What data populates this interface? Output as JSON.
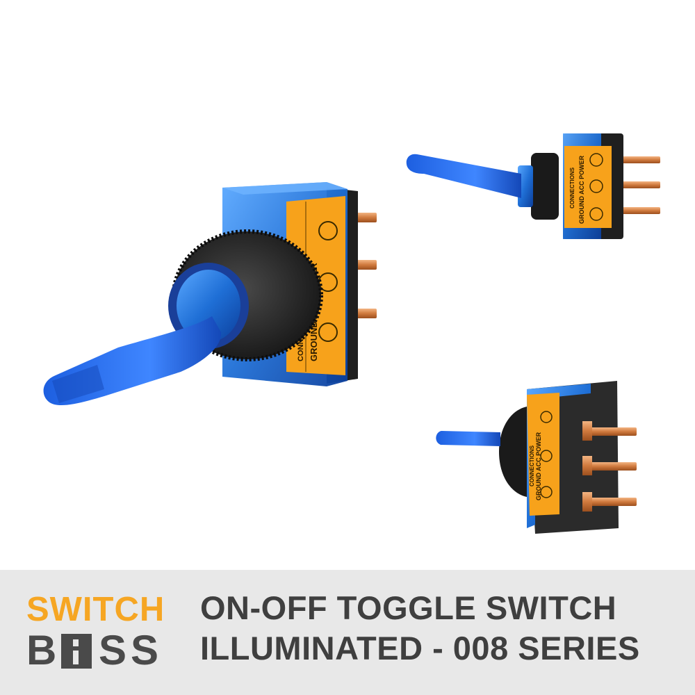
{
  "product_photos": {
    "main_view_label": "GROUND ACC POWER",
    "main_view_connections": "CONNECTIONS",
    "top_view_label": "GROUND ACC POWER",
    "top_view_connections": "CONNECTIONS",
    "bottom_view_label": "GROUND ACC POWER",
    "bottom_view_connections": "CONNECTIONS",
    "colors": {
      "lens_blue": "#1f6fd6",
      "label_orange": "#f7a21b",
      "body_black": "#2a2a2a",
      "terminal_copper": "#d07a3e"
    }
  },
  "banner": {
    "logo_top": "SWITCH",
    "logo_bottom_b": "B",
    "logo_bottom_s1": "S",
    "logo_bottom_s2": "S",
    "headline_line1": "ON-OFF TOGGLE SWITCH",
    "headline_line2": "ILLUMINATED - 008 SERIES",
    "colors": {
      "background": "#e8e8e8",
      "logo_orange": "#f6a623",
      "logo_gray": "#4a4a4a",
      "headline": "#3f3f3f"
    }
  }
}
